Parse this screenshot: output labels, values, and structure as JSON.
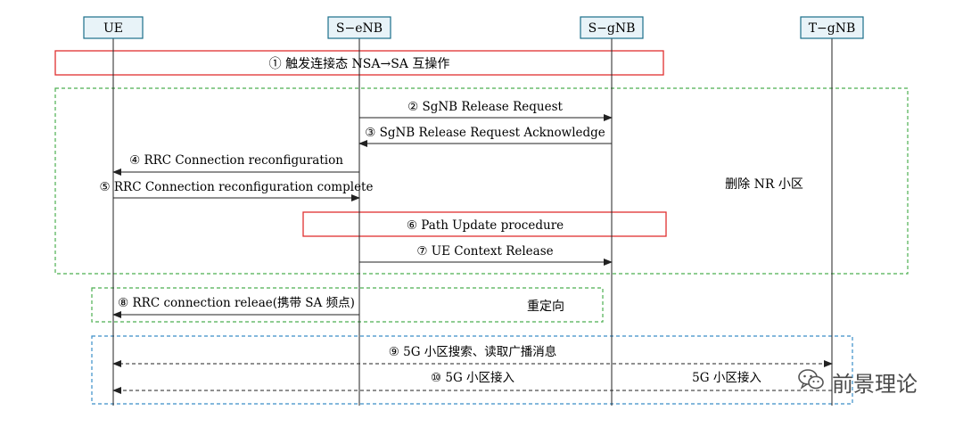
{
  "entities": [
    "UE",
    "S−eNB",
    "S−gNB",
    "T−gNB"
  ],
  "steps": {
    "s1": "① 触发连接态 NSA→SA 互操作",
    "s2": "② SgNB Release Request",
    "s3": "③ SgNB Release Request Acknowledge",
    "s4": "④ RRC Connection reconfiguration",
    "s5": "⑤ RRC Connection reconfiguration complete",
    "s6": "⑥ Path Update procedure",
    "s7": "⑦ UE Context Release",
    "s8": "⑧ RRC connection releae(携带 SA 频点)",
    "s9": "⑨ 5G 小区搜索、读取广播消息",
    "s10": "⑩ 5G 小区接入",
    "s10b": "5G 小区接入"
  },
  "groups": {
    "delete_nr": "删除 NR 小区",
    "redirect": "重定向"
  },
  "watermark": {
    "text": "前景理论",
    "icon": "wechat-icon"
  },
  "colors": {
    "entity_fill": "#e8f3f8",
    "entity_border": "#1a6e8a",
    "red": "#e03030",
    "green": "#4caf50",
    "blue": "#3a8ec8",
    "line": "#222222"
  }
}
